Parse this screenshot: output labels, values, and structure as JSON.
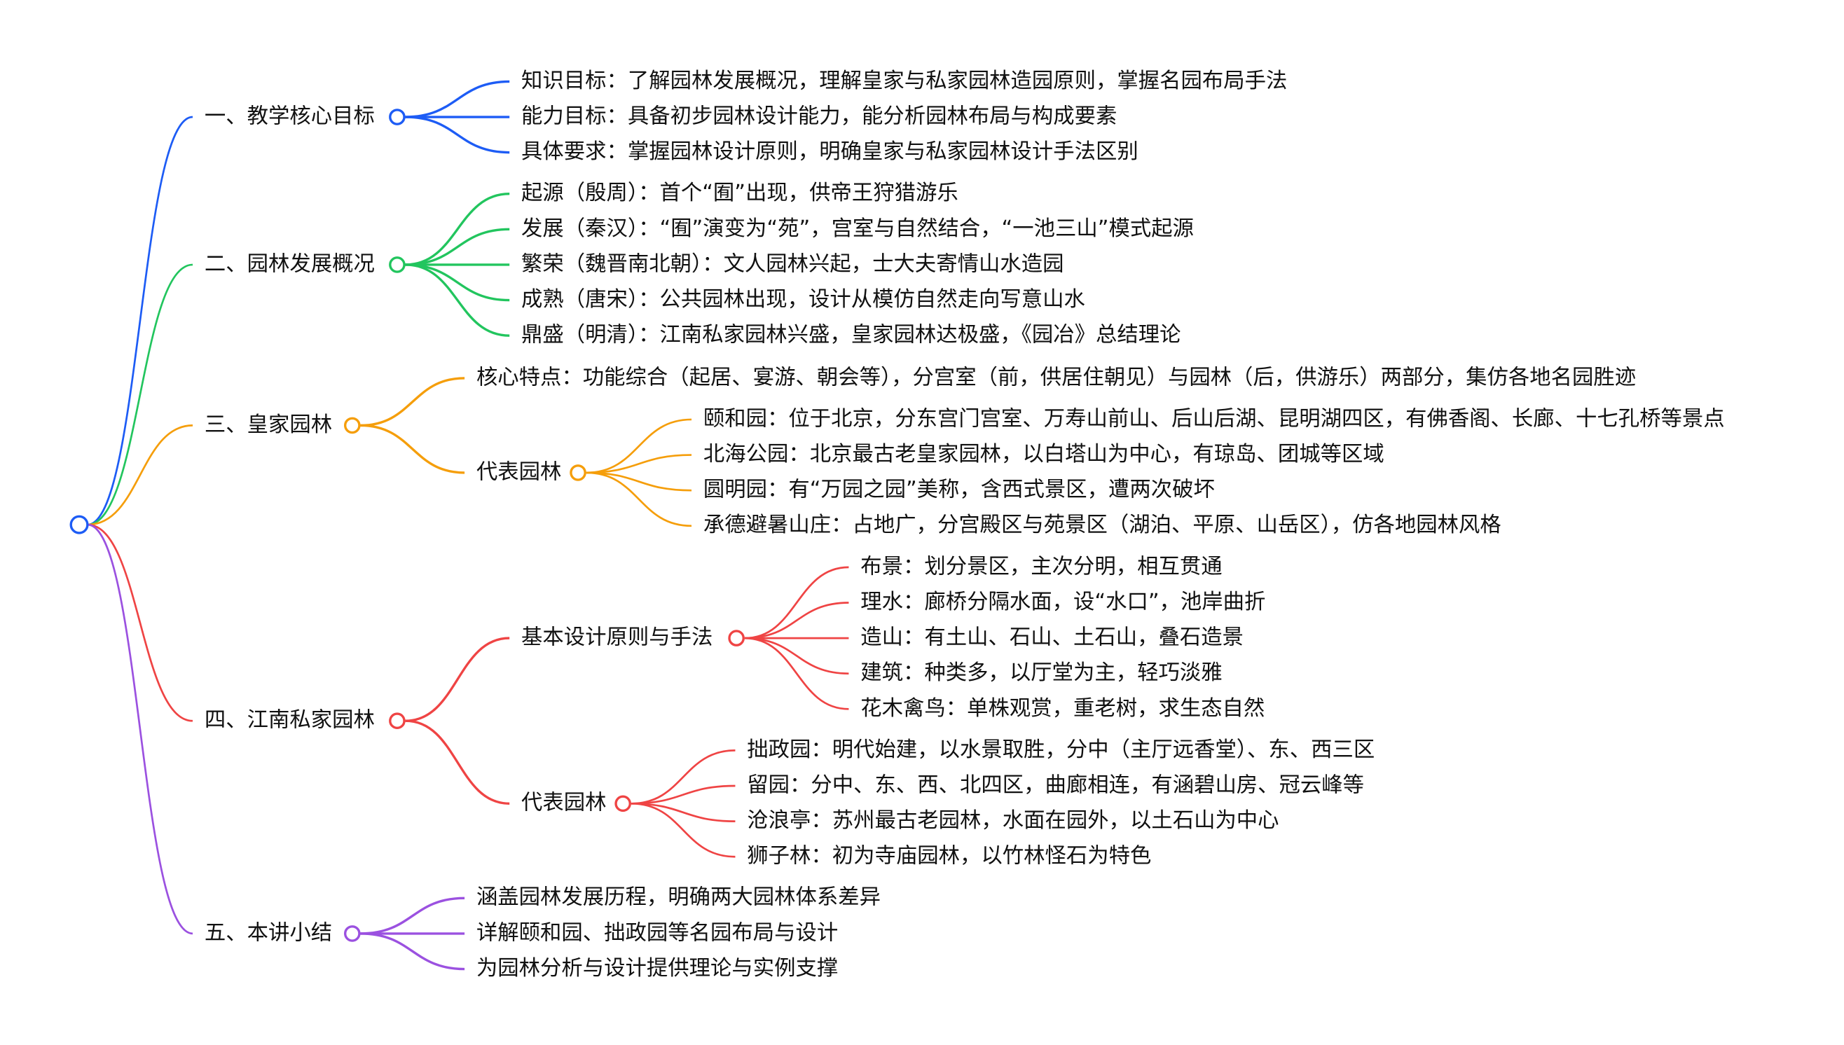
{
  "colors": {
    "root": "#1d5cf5",
    "b1": "#1d5cf5",
    "b2": "#22c55e",
    "b3": "#f59e0b",
    "b4": "#ef4444",
    "b5": "#9b51e0"
  },
  "b1": {
    "label": "一、教学核心目标",
    "items": [
      "知识目标：了解园林发展概况，理解皇家与私家园林造园原则，掌握名园布局手法",
      "能力目标：具备初步园林设计能力，能分析园林布局与构成要素",
      "具体要求：掌握园林设计原则，明确皇家与私家园林设计手法区别"
    ]
  },
  "b2": {
    "label": "二、园林发展概况",
    "items": [
      "起源（殷周）：首个“囿”出现，供帝王狩猎游乐",
      "发展（秦汉）：“囿”演变为“苑”，宫室与自然结合，“一池三山”模式起源",
      "繁荣（魏晋南北朝）：文人园林兴起，士大夫寄情山水造园",
      "成熟（唐宋）：公共园林出现，设计从模仿自然走向写意山水",
      "鼎盛（明清）：江南私家园林兴盛，皇家园林达极盛，《园冶》总结理论"
    ]
  },
  "b3": {
    "label": "三、皇家园林",
    "feature": "核心特点：功能综合（起居、宴游、朝会等），分宫室（前，供居住朝见）与园林（后，供游乐）两部分，集仿各地名园胜迹",
    "rep_label": "代表园林",
    "rep": [
      "颐和园：位于北京，分东宫门宫室、万寿山前山、后山后湖、昆明湖四区，有佛香阁、长廊、十七孔桥等景点",
      "北海公园：北京最古老皇家园林，以白塔山为中心，有琼岛、团城等区域",
      "圆明园：有“万园之园”美称，含西式景区，遭两次破坏",
      "承德避暑山庄：占地广，分宫殿区与苑景区（湖泊、平原、山岳区），仿各地园林风格"
    ]
  },
  "b4": {
    "label": "四、江南私家园林",
    "principle_label": "基本设计原则与手法",
    "principles": [
      "布景：划分景区，主次分明，相互贯通",
      "理水：廊桥分隔水面，设“水口”，池岸曲折",
      "造山：有土山、石山、土石山，叠石造景",
      "建筑：种类多，以厅堂为主，轻巧淡雅",
      "花木禽鸟：单株观赏，重老树，求生态自然"
    ],
    "rep_label": "代表园林",
    "rep": [
      "拙政园：明代始建，以水景取胜，分中（主厅远香堂）、东、西三区",
      "留园：分中、东、西、北四区，曲廊相连，有涵碧山房、冠云峰等",
      "沧浪亭：苏州最古老园林，水面在园外，以土石山为中心",
      "狮子林：初为寺庙园林，以竹林怪石为特色"
    ]
  },
  "b5": {
    "label": "五、本讲小结",
    "items": [
      "涵盖园林发展历程，明确两大园林体系差异",
      "详解颐和园、拙政园等名园布局与设计",
      "为园林分析与设计提供理论与实例支撑"
    ]
  }
}
